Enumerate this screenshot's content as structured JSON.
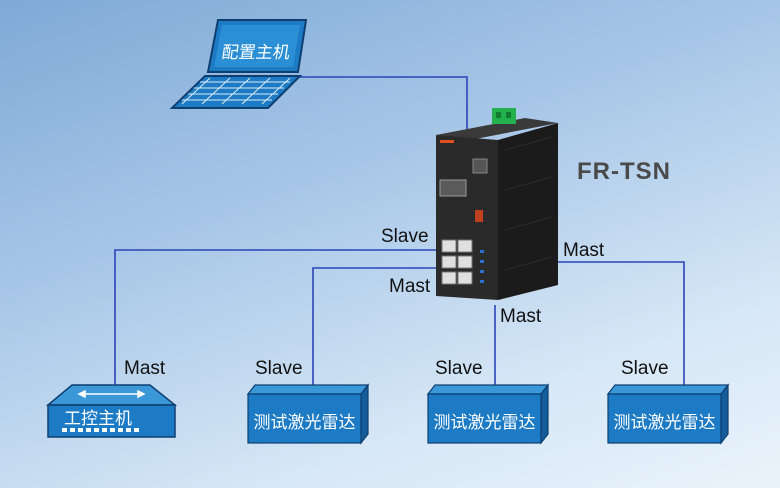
{
  "laptop": {
    "label": "配置主机"
  },
  "switch": {
    "label": "FR-TSN"
  },
  "links": {
    "top_left": "Slave",
    "left_device": "Mast",
    "center_left": "Mast",
    "center_bottom": "Mast",
    "right_top": "Mast",
    "radar1_top": "Slave",
    "radar2_top": "Slave",
    "radar3_top": "Slave"
  },
  "devices": {
    "ipc": {
      "label": "工控主机"
    },
    "radar1": {
      "label": "测试激光雷达"
    },
    "radar2": {
      "label": "测试激光雷达"
    },
    "radar3": {
      "label": "测试激光雷达"
    }
  },
  "colors": {
    "line": "#2b45b8",
    "box": "#1c7bc4",
    "box_dark": "#145d9a",
    "box_top": "#3a97d8"
  }
}
